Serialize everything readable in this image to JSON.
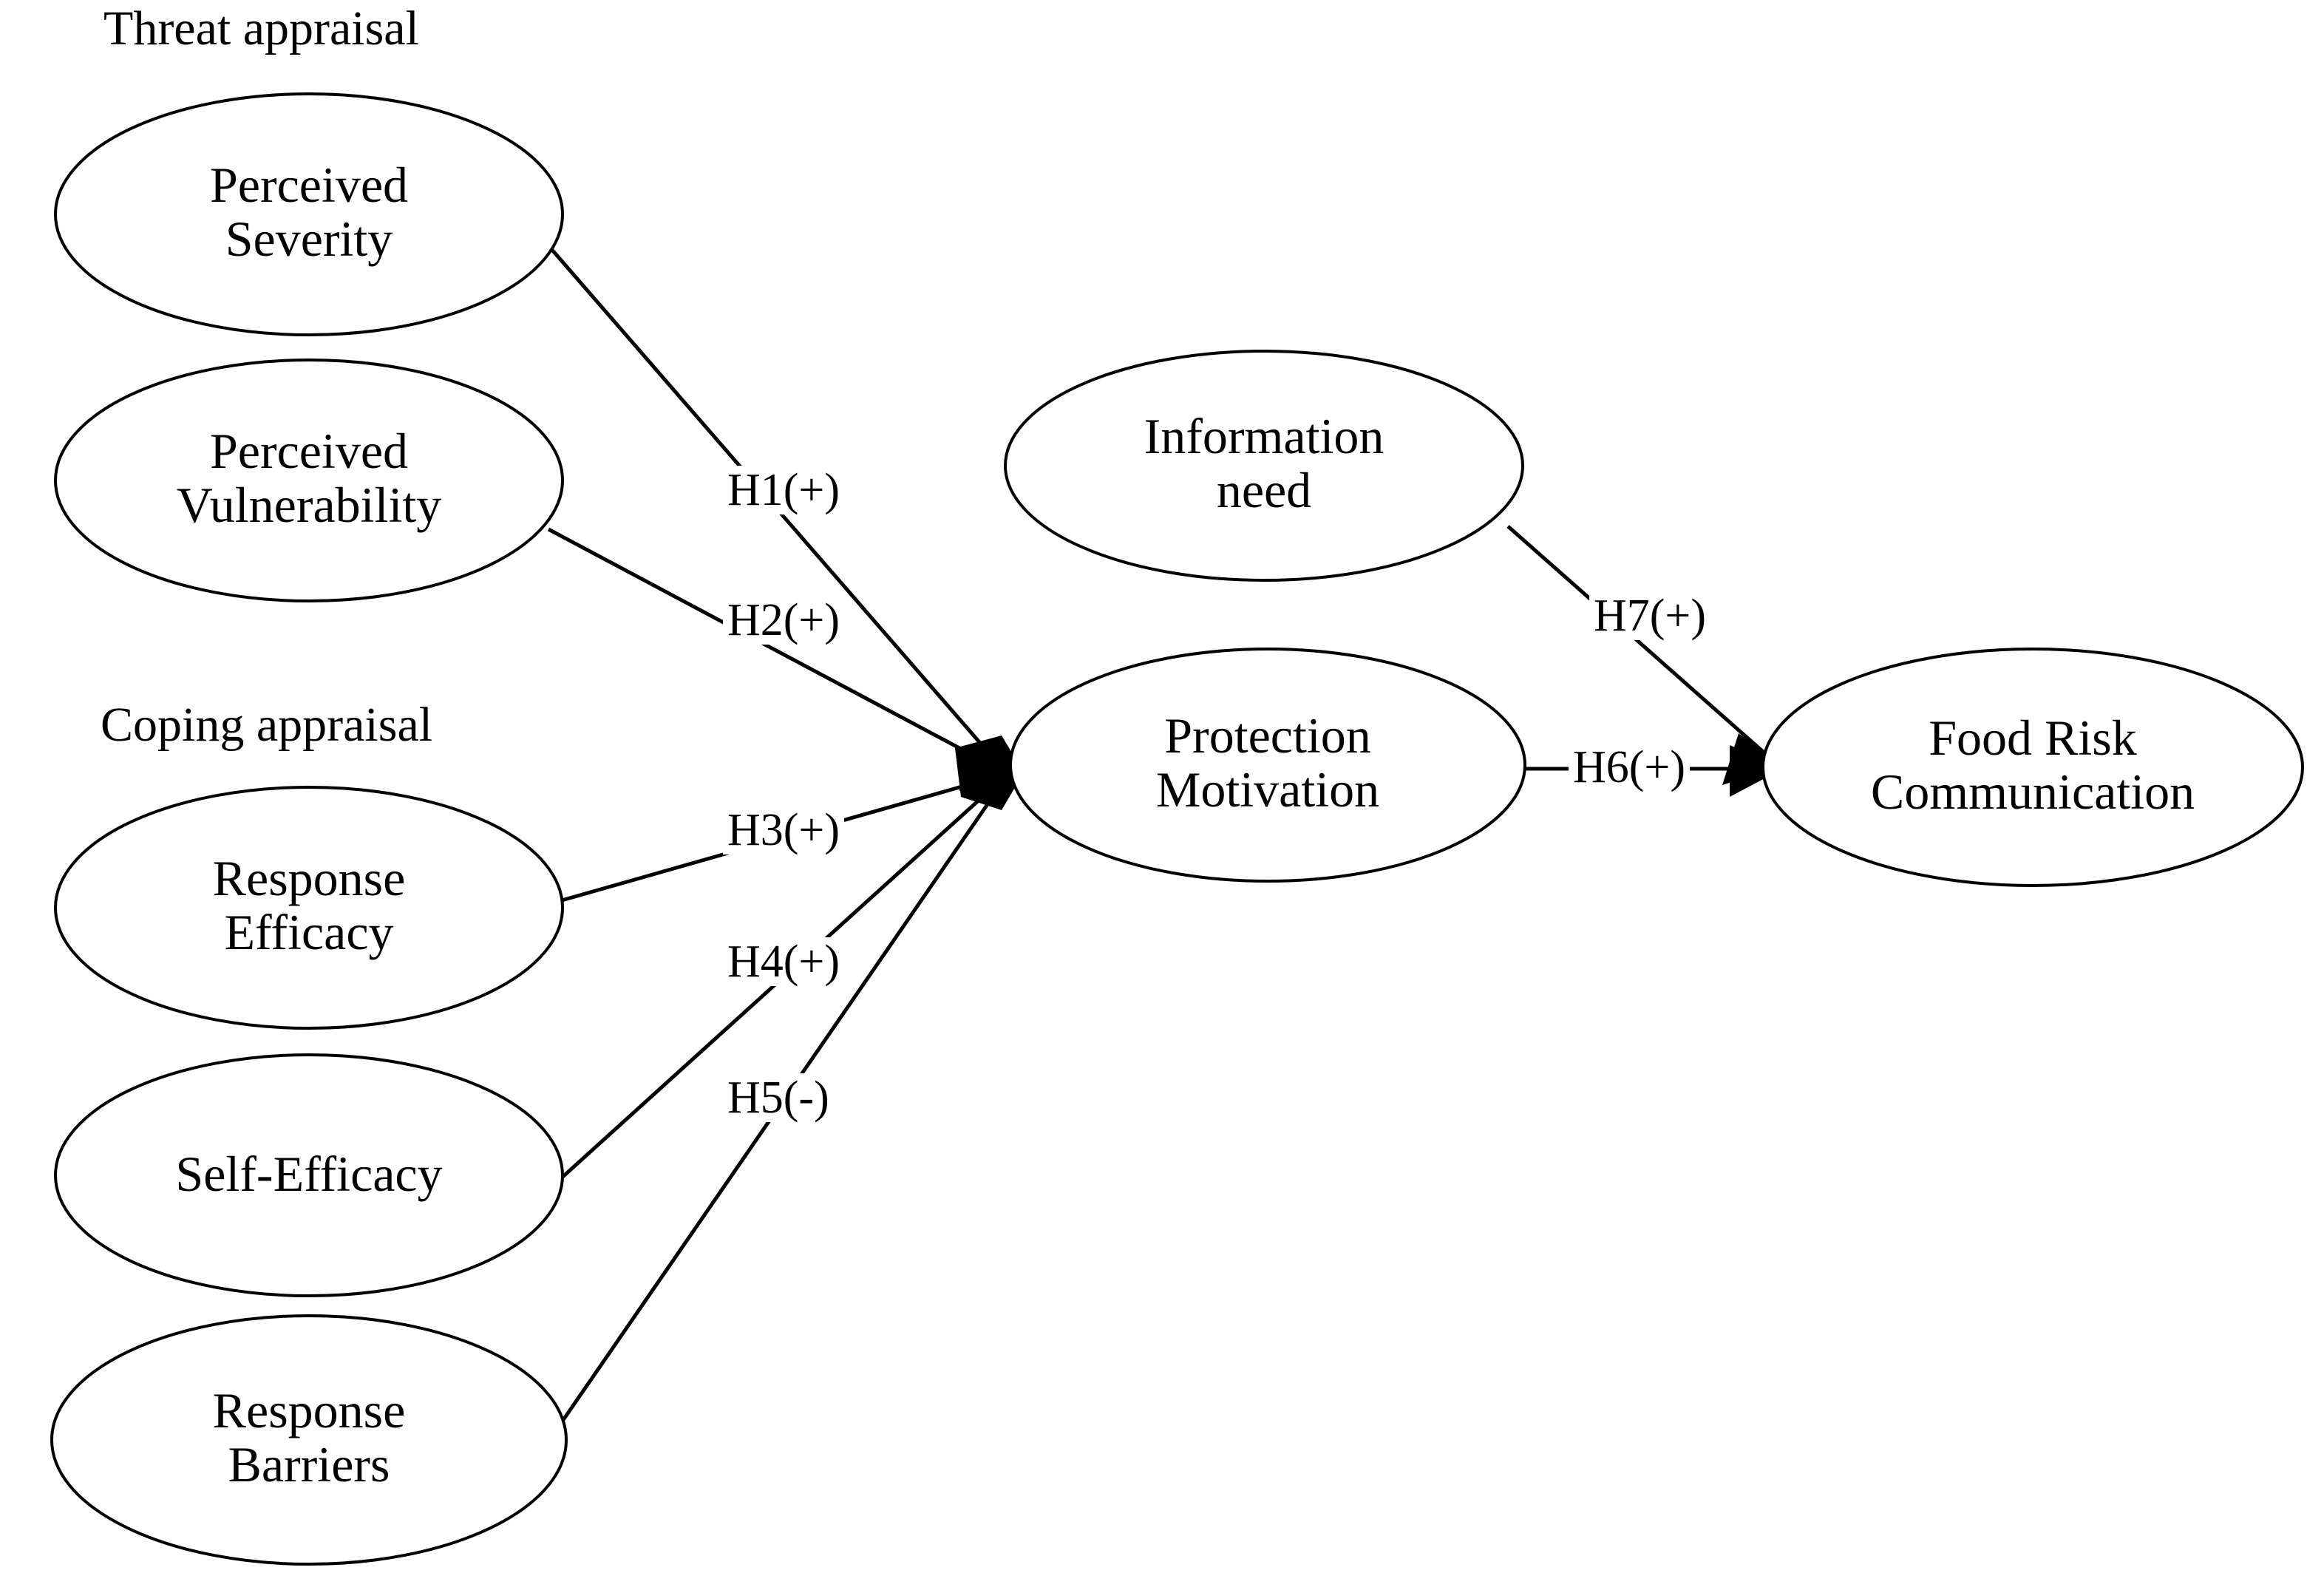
{
  "figure": {
    "kind": "path-diagram",
    "background_color": "#ffffff",
    "line_color": "#000000",
    "text_color": "#000000"
  },
  "group_labels": [
    {
      "id": "threat-appraisal",
      "text": "Threat appraisal"
    },
    {
      "id": "coping-appraisal",
      "text": "Coping appraisal"
    }
  ],
  "nodes": [
    {
      "id": "perceived-severity",
      "text": "Perceived\nSeverity"
    },
    {
      "id": "perceived-vulnerability",
      "text": "Perceived\nVulnerability"
    },
    {
      "id": "response-efficacy",
      "text": "Response\nEfficacy"
    },
    {
      "id": "self-efficacy",
      "text": "Self-Efficacy"
    },
    {
      "id": "response-barriers",
      "text": "Response\nBarriers"
    },
    {
      "id": "information-need",
      "text": "Information\nneed"
    },
    {
      "id": "protection-motivation",
      "text": "Protection\nMotivation"
    },
    {
      "id": "food-risk-communication",
      "text": "Food Risk\nCommunication"
    }
  ],
  "edges": [
    {
      "id": "h1",
      "label": "H1(+)",
      "from": "perceived-severity",
      "to": "protection-motivation",
      "sign": "+"
    },
    {
      "id": "h2",
      "label": "H2(+)",
      "from": "perceived-vulnerability",
      "to": "protection-motivation",
      "sign": "+"
    },
    {
      "id": "h3",
      "label": "H3(+)",
      "from": "response-efficacy",
      "to": "protection-motivation",
      "sign": "+"
    },
    {
      "id": "h4",
      "label": "H4(+)",
      "from": "self-efficacy",
      "to": "protection-motivation",
      "sign": "+"
    },
    {
      "id": "h5",
      "label": "H5(-)",
      "from": "response-barriers",
      "to": "protection-motivation",
      "sign": "-"
    },
    {
      "id": "h6",
      "label": "H6(+)",
      "from": "protection-motivation",
      "to": "food-risk-communication",
      "sign": "+"
    },
    {
      "id": "h7",
      "label": "H7(+)",
      "from": "information-need",
      "to": "food-risk-communication",
      "sign": "+"
    }
  ]
}
